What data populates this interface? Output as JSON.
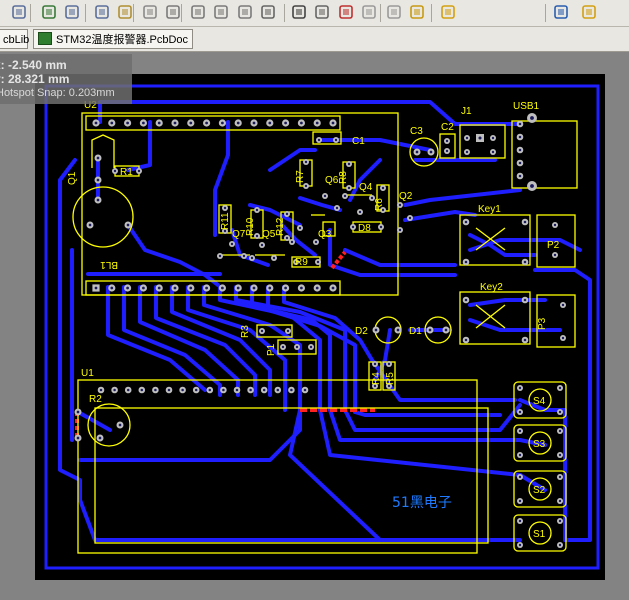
{
  "toolbar": {
    "icons": [
      "layers-icon",
      "component-icon",
      "zoom-fit-icon",
      "zoom-area-icon",
      "zoom-selected-icon",
      "filter-icon",
      "cut-icon",
      "copy-icon",
      "paste-icon",
      "rubber-stamp-icon",
      "select-area-icon",
      "move-icon",
      "select-connected-icon",
      "clear-selection-icon",
      "undo-icon",
      "redo-icon",
      "highlight-icon",
      "place-pad-icon",
      "place-via-icon",
      "place-track-icon"
    ]
  },
  "tabs": [
    {
      "label": "cbLib",
      "icon": "pcblib-icon",
      "active": false
    },
    {
      "label": "STM32温度报警器.PcbDoc",
      "icon": "pcbdoc-icon",
      "active": true
    }
  ],
  "hud": {
    "x_line": "x: -2.540  mm",
    "y_line": "y: 28.321  mm",
    "snap_line": "Hotspot Snap: 0.203mm"
  },
  "board": {
    "track_color": "#1e1eff",
    "pad_color": "#bfbfbf",
    "silk_color": "#ffff00",
    "drc_color": "#ff2020",
    "board_color": "#000000",
    "labels": {
      "u2": "U2",
      "u1": "U1",
      "j1": "J1",
      "usb1": "USB1",
      "c1": "C1",
      "c2": "C2",
      "c3": "C3",
      "q1": "Q1",
      "q2": "Q2",
      "q3": "Q3",
      "q4": "Q4",
      "q5": "Q5",
      "q6": "Q6",
      "q7": "Q7",
      "r1": "R1",
      "r2": "R2",
      "r3": "R3",
      "r4": "R4",
      "r5": "R5",
      "r6": "R6",
      "r7": "R7",
      "r8": "R8",
      "r9": "R9",
      "r10": "R10",
      "r11": "R11",
      "r12": "R12",
      "d1": "D1",
      "d2": "D2",
      "d8": "D8",
      "p1": "P1",
      "p2": "P2",
      "p3": "P3",
      "key1": "Key1",
      "key2": "Key2",
      "bl1": "BL1",
      "s1": "S1",
      "s2": "S2",
      "s3": "S3",
      "s4": "S4",
      "brand": "51黑电子"
    }
  }
}
